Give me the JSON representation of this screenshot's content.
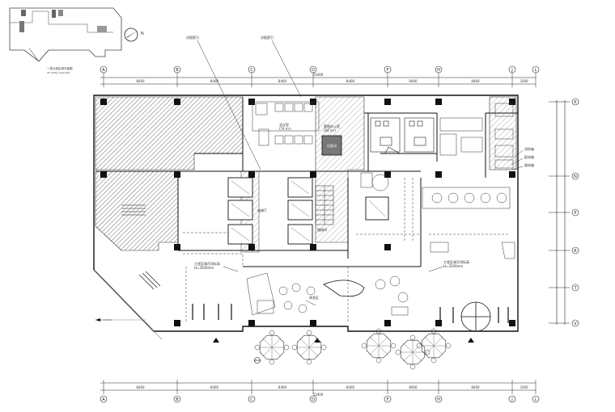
{
  "key_plan": {
    "caption": "一层大堂区域平面图",
    "subcaption": "1F Lobby Area Plan"
  },
  "grid_axes": {
    "columns": [
      "A",
      "B",
      "C",
      "D",
      "F",
      "H",
      "J",
      "L"
    ],
    "rows": [
      "K",
      "N",
      "P",
      "R",
      "T",
      "V"
    ]
  },
  "dimensions": {
    "top": [
      "8400",
      "8400",
      "8400",
      "8400",
      "8400",
      "8400",
      "3300"
    ],
    "top_total": "53400",
    "bottom": [
      "8400",
      "8400",
      "8400",
      "8400",
      "8400",
      "8400",
      "3300"
    ],
    "bottom_total": "53400"
  },
  "rooms": {
    "meeting": "会议室",
    "meeting_area": "(74 m²)",
    "office": "管理办公室",
    "office_area": "(68 m²)",
    "equipment": "设备间",
    "stair": "楼梯间",
    "elevator_hall": "电梯厅"
  },
  "callouts": {
    "top_left": "详图索引",
    "top_mid": "详图索引",
    "right_1": "消防箱",
    "right_2": "配电箱",
    "right_3": "弱电箱",
    "left_lobby": "大堂区域吊顶标高",
    "left_lobby_sub": "H=3500mm",
    "mid_lobby": "休息区",
    "right_lobby": "大堂区域吊顶标高",
    "right_lobby_sub": "H=3500mm"
  },
  "north_label": "N"
}
